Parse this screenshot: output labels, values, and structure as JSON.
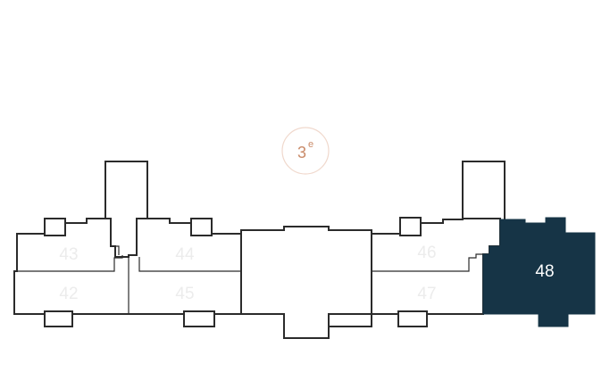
{
  "floor": {
    "number": "3",
    "suffix": "e"
  },
  "units": [
    {
      "id": "43",
      "label": "43",
      "selected": false
    },
    {
      "id": "44",
      "label": "44",
      "selected": false
    },
    {
      "id": "42",
      "label": "42",
      "selected": false
    },
    {
      "id": "45",
      "label": "45",
      "selected": false
    },
    {
      "id": "46",
      "label": "46",
      "selected": false
    },
    {
      "id": "47",
      "label": "47",
      "selected": false
    },
    {
      "id": "48",
      "label": "48",
      "selected": true
    }
  ],
  "colors": {
    "selected_fill": "#163446",
    "wall": "#2b2b2b",
    "unit_label": "#ececec",
    "floor_accent": "#c98a68"
  }
}
